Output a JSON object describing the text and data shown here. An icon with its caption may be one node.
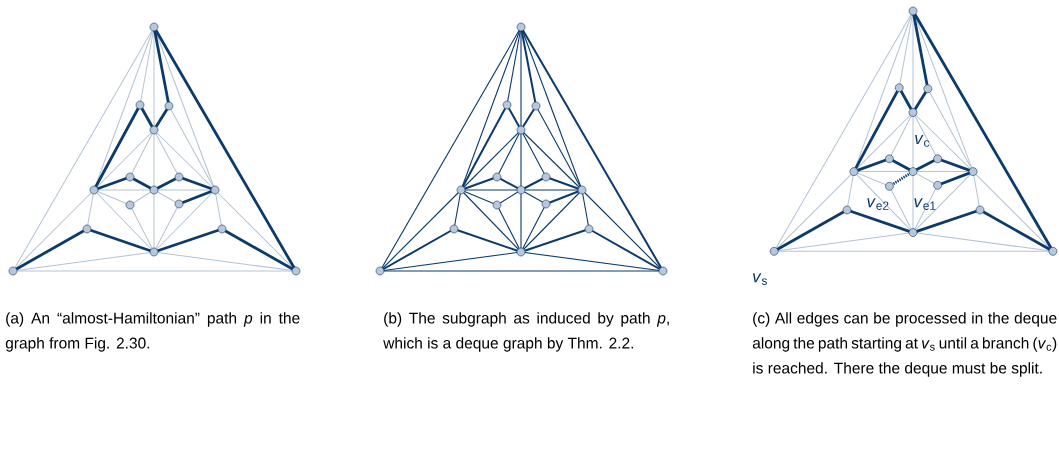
{
  "diagram": {
    "labels": [
      "*v*$_{c}$",
      "*v*$_{e2}$",
      "*v*$_{e1}$",
      "*v*$_{s}$",
      "(a) An “almost-Hamiltonian” path *p* in the graph from Fig. 2.30.",
      "(b) The subgraph as induced by path *p*, which is a deque graph by Thm. 2.2.",
      "(c) All edges can be processed in the deque along the path starting at *v*$_{s}$ until a branch (*v*$_{c}$) is reached. There the deque must be split."
    ]
  }
}
